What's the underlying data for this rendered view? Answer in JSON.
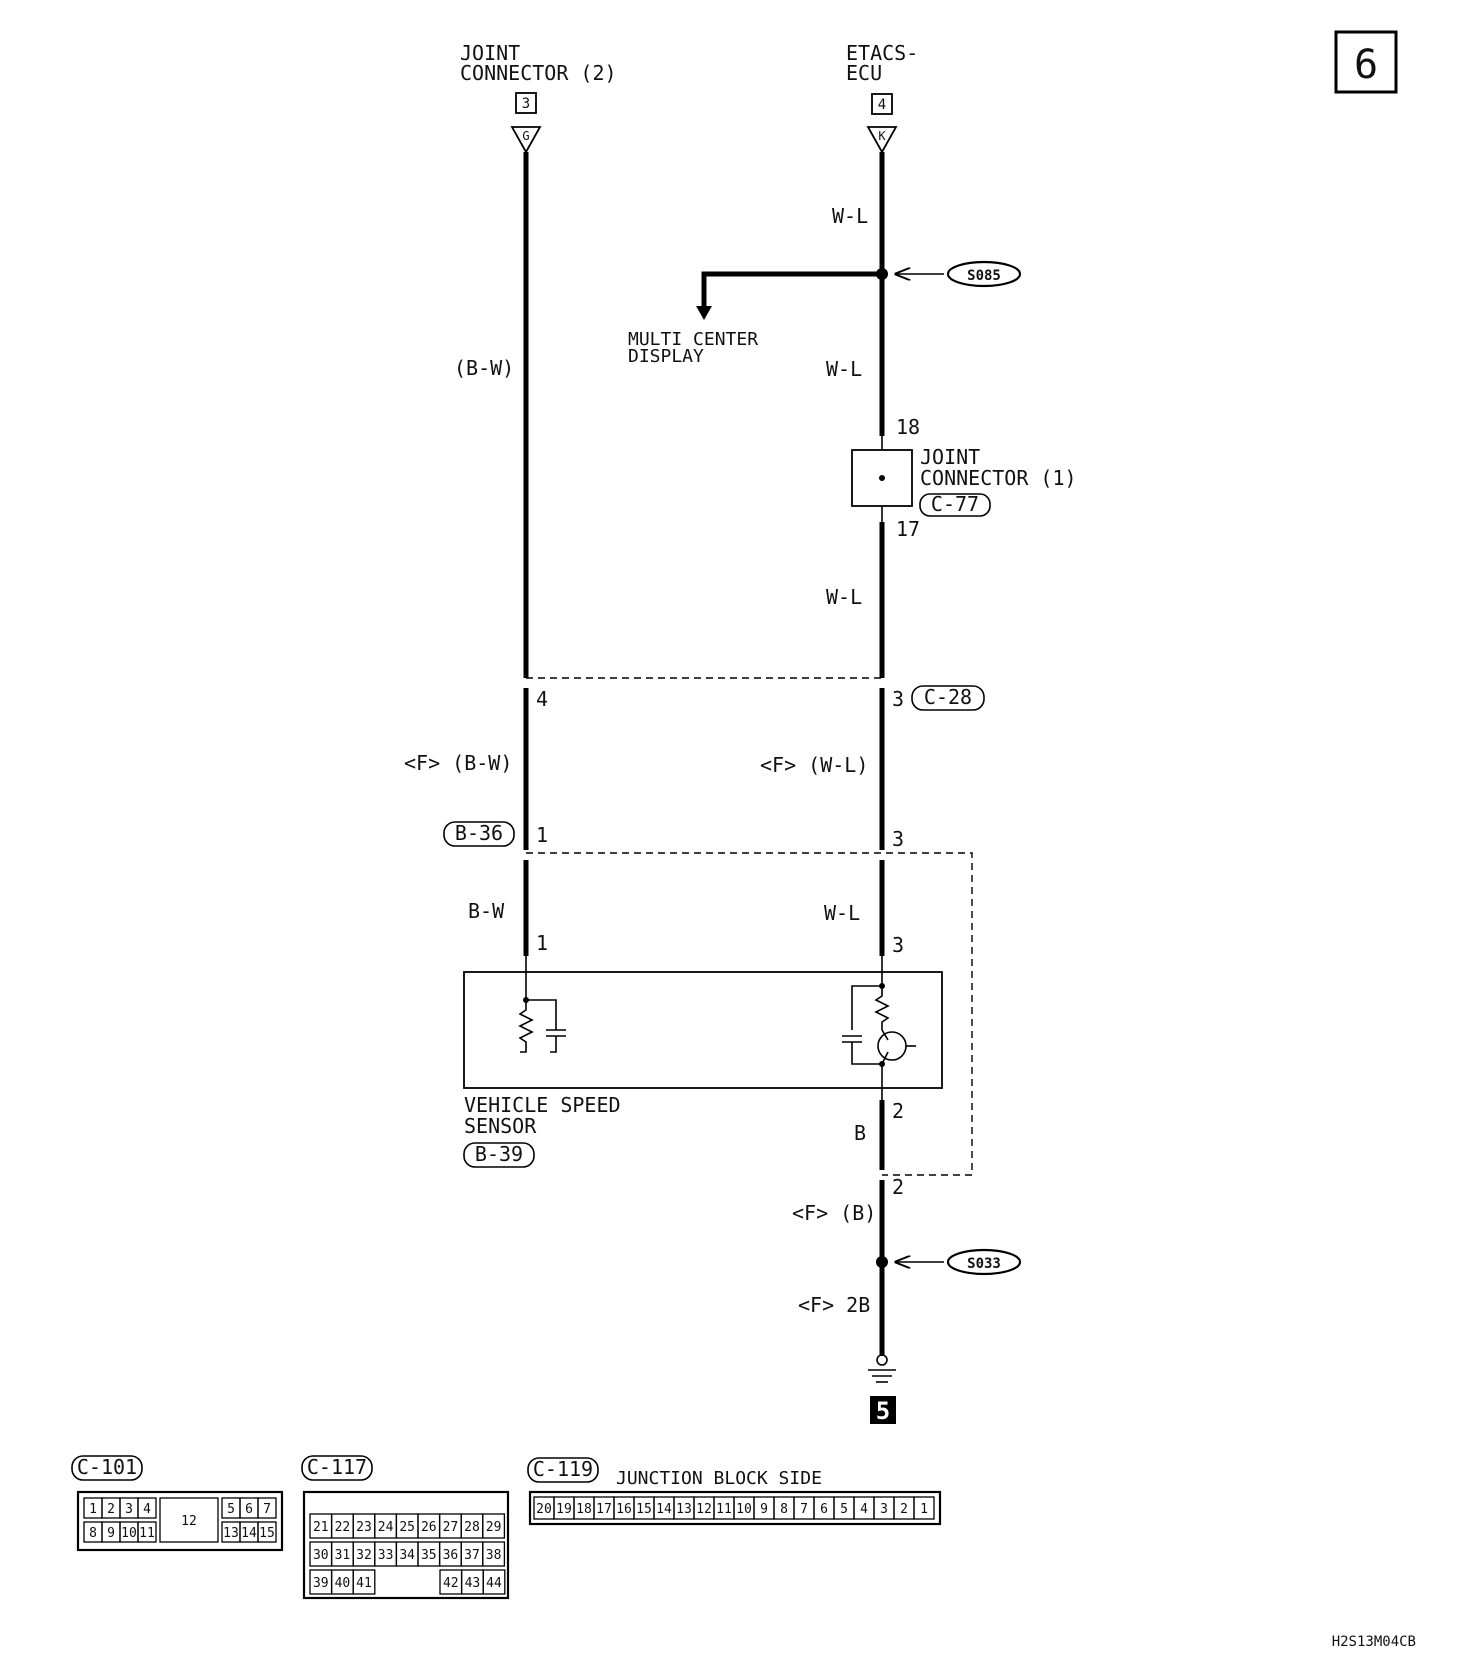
{
  "page_number": "6",
  "figure_code": "H2S13M04CB",
  "top_left": {
    "line1": "JOINT",
    "line2": "CONNECTOR (2)",
    "ref": "3",
    "term": "G"
  },
  "top_right": {
    "line1": "ETACS-",
    "line2": "ECU",
    "ref": "4",
    "term": "K"
  },
  "wires": {
    "bw_paren": "(B-W)",
    "wl_1": "W-L",
    "wl_2": "W-L",
    "wl_3": "W-L",
    "f_bw": "<F> (B-W)",
    "f_wl": "<F> (W-L)",
    "bw": "B-W",
    "wl_4": "W-L",
    "b": "B",
    "f_b": "<F> (B)",
    "f_2b": "<F> 2B"
  },
  "splice_top": "S085",
  "splice_bottom": "S033",
  "branch": {
    "line1": "MULTI CENTER",
    "line2": "DISPLAY"
  },
  "joint1": {
    "line1": "JOINT",
    "line2": "CONNECTOR (1)",
    "ref": "C-77",
    "pin_top": "18",
    "pin_bottom": "17"
  },
  "conn_c28": {
    "ref": "C-28",
    "pin_left": "4",
    "pin_right": "3"
  },
  "conn_b36": {
    "ref": "B-36",
    "pin_left": "1",
    "pin_right": "3"
  },
  "sensor": {
    "line1": "VEHICLE SPEED",
    "line2": "SENSOR",
    "ref": "B-39",
    "pin_left": "1",
    "pin_right": "3",
    "pin_bottom": "2"
  },
  "ground_pin": "2",
  "ground_ref": "5",
  "connectors": {
    "c101": {
      "ref": "C-101",
      "row1_left": [
        "1",
        "2",
        "3",
        "4"
      ],
      "center": "12",
      "row1_right": [
        "5",
        "6",
        "7"
      ],
      "row2_left": [
        "8",
        "9",
        "10",
        "11"
      ],
      "row2_right": [
        "13",
        "14",
        "15"
      ]
    },
    "c117": {
      "ref": "C-117",
      "row1": [
        "21",
        "22",
        "23",
        "24",
        "25",
        "26",
        "27",
        "28",
        "29"
      ],
      "row2": [
        "30",
        "31",
        "32",
        "33",
        "34",
        "35",
        "36",
        "37",
        "38"
      ],
      "row3_left": [
        "39",
        "40",
        "41"
      ],
      "row3_right": [
        "42",
        "43",
        "44"
      ]
    },
    "c119": {
      "ref": "C-119",
      "title": "JUNCTION BLOCK SIDE",
      "row": [
        "20",
        "19",
        "18",
        "17",
        "16",
        "15",
        "14",
        "13",
        "12",
        "11",
        "10",
        "9",
        "8",
        "7",
        "6",
        "5",
        "4",
        "3",
        "2",
        "1"
      ]
    }
  }
}
